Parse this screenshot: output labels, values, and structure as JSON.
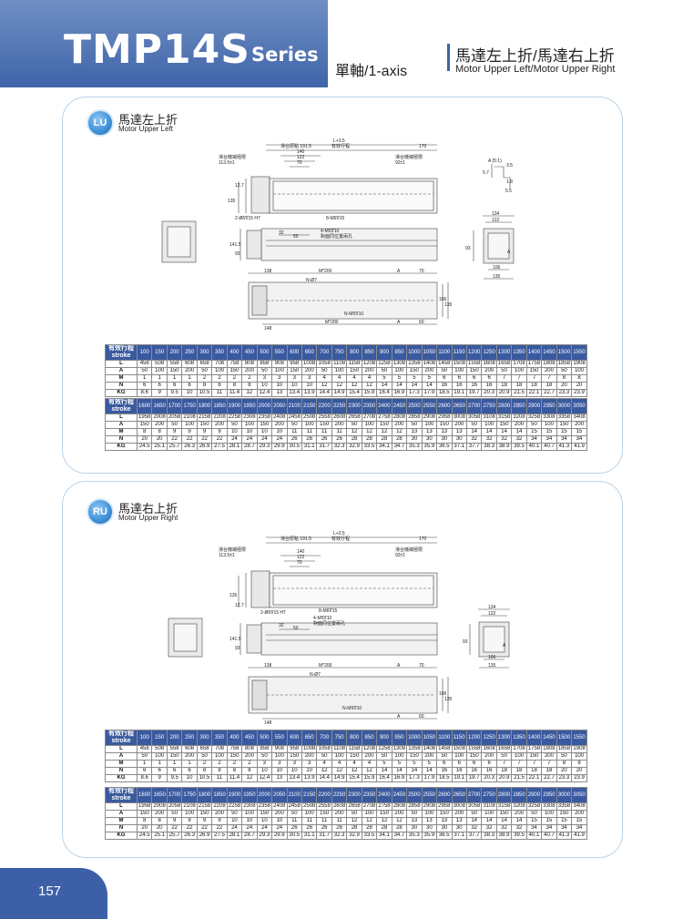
{
  "header": {
    "model": "TMP14S",
    "series": "Series",
    "axis": "單軸/1-axis",
    "motor_zh": "馬達左上折/馬達右上折",
    "motor_en": "Motor Upper Left/Motor Upper Right"
  },
  "sections": [
    {
      "code": "LU",
      "title_zh": "馬達左上折",
      "title_en": "Motor Upper Left"
    },
    {
      "code": "RU",
      "title_zh": "馬達右上折",
      "title_en": "Motor Upper Right"
    }
  ],
  "drawing": {
    "l35": "L+3.5",
    "origin": "滑台原點 191.5",
    "stroke": "有效行程",
    "d170": "170",
    "d140": "140",
    "d122": "122",
    "d70": "70",
    "frame_left": "滑台機械極限",
    "frame_left_dim": "113.5±1",
    "frame_right": "滑台機械極限",
    "frame_right_dim": "92±1",
    "h127": "12.7",
    "h135": "135",
    "hole1": "2-Ø6∇15 H7",
    "hole2": "8-M6∇15",
    "hole3": "4-M5∇10",
    "hole3b": "對面同位置兩孔",
    "d32": "32",
    "d50": "50",
    "h1415": "141.5",
    "h93": "93",
    "d138": "138",
    "m200": "M*200",
    "a": "A",
    "n97": "N-Ø7",
    "nm5": "N-M5∇10",
    "h106": "106",
    "d148": "148",
    "d60": "60",
    "detail": "A (5:1)",
    "d35": "3.5",
    "d57": "5.7",
    "d18": "1.8",
    "d55": "5.5",
    "d134": "134",
    "d122b": "122",
    "a2": "A",
    "d106": "106",
    "d135": "135",
    "h93b": "93"
  },
  "table": {
    "head_zh": "有效行程",
    "head_en": "stroke",
    "row_labels": [
      "L",
      "A",
      "M",
      "N",
      "KG"
    ],
    "part1": {
      "strokes": [
        "100",
        "150",
        "200",
        "250",
        "300",
        "350",
        "400",
        "450",
        "500",
        "550",
        "600",
        "650",
        "700",
        "750",
        "800",
        "850",
        "900",
        "950",
        "1000",
        "1050",
        "1100",
        "1150",
        "1200",
        "1250",
        "1300",
        "1350",
        "1400",
        "1450",
        "1500",
        "1550"
      ],
      "rows": [
        [
          "458",
          "508",
          "558",
          "608",
          "658",
          "708",
          "758",
          "808",
          "858",
          "908",
          "958",
          "1008",
          "1058",
          "1108",
          "1158",
          "1208",
          "1258",
          "1308",
          "1358",
          "1408",
          "1458",
          "1508",
          "1558",
          "1608",
          "1658",
          "1708",
          "1758",
          "1808",
          "1858",
          "1908"
        ],
        [
          "50",
          "100",
          "150",
          "200",
          "50",
          "100",
          "150",
          "200",
          "50",
          "100",
          "150",
          "200",
          "50",
          "100",
          "150",
          "200",
          "50",
          "100",
          "150",
          "200",
          "50",
          "100",
          "150",
          "200",
          "50",
          "100",
          "150",
          "200",
          "50",
          "100"
        ],
        [
          "1",
          "1",
          "1",
          "1",
          "2",
          "2",
          "2",
          "2",
          "3",
          "3",
          "3",
          "3",
          "4",
          "4",
          "4",
          "4",
          "5",
          "5",
          "5",
          "5",
          "6",
          "6",
          "6",
          "6",
          "7",
          "7",
          "7",
          "7",
          "8",
          "8"
        ],
        [
          "6",
          "6",
          "6",
          "6",
          "8",
          "8",
          "8",
          "8",
          "10",
          "10",
          "10",
          "10",
          "12",
          "12",
          "12",
          "12",
          "14",
          "14",
          "14",
          "14",
          "16",
          "16",
          "16",
          "16",
          "18",
          "18",
          "18",
          "18",
          "20",
          "20"
        ],
        [
          "8.6",
          "9",
          "9.5",
          "10",
          "10.5",
          "11",
          "11.4",
          "12",
          "12.4",
          "13",
          "13.4",
          "13.9",
          "14.4",
          "14.9",
          "15.4",
          "15.9",
          "16.4",
          "16.9",
          "17.3",
          "17.9",
          "18.5",
          "19.1",
          "19.7",
          "20.3",
          "20.9",
          "21.5",
          "22.1",
          "22.7",
          "23.3",
          "23.9"
        ]
      ]
    },
    "part2": {
      "strokes": [
        "1600",
        "1650",
        "1700",
        "1750",
        "1800",
        "1850",
        "1900",
        "1950",
        "2000",
        "2050",
        "2100",
        "2150",
        "2200",
        "2250",
        "2300",
        "2350",
        "2400",
        "2450",
        "2500",
        "2550",
        "2600",
        "2650",
        "2700",
        "2750",
        "2800",
        "2850",
        "2900",
        "2950",
        "3000",
        "3050"
      ],
      "rows": [
        [
          "1958",
          "2008",
          "2058",
          "2108",
          "2158",
          "2208",
          "2258",
          "2308",
          "2358",
          "2408",
          "2458",
          "2508",
          "2558",
          "2608",
          "2658",
          "2708",
          "2758",
          "2808",
          "2858",
          "2908",
          "2958",
          "3008",
          "3058",
          "3108",
          "3158",
          "3208",
          "3258",
          "3308",
          "3358",
          "3408"
        ],
        [
          "150",
          "200",
          "50",
          "100",
          "150",
          "200",
          "50",
          "100",
          "150",
          "200",
          "50",
          "100",
          "150",
          "200",
          "50",
          "100",
          "150",
          "200",
          "50",
          "100",
          "150",
          "200",
          "50",
          "100",
          "150",
          "200",
          "50",
          "100",
          "150",
          "200"
        ],
        [
          "8",
          "8",
          "9",
          "9",
          "9",
          "9",
          "10",
          "10",
          "10",
          "10",
          "11",
          "11",
          "11",
          "11",
          "12",
          "12",
          "12",
          "12",
          "13",
          "13",
          "13",
          "13",
          "14",
          "14",
          "14",
          "14",
          "15",
          "15",
          "15",
          "15"
        ],
        [
          "20",
          "20",
          "22",
          "22",
          "22",
          "22",
          "24",
          "24",
          "24",
          "24",
          "26",
          "26",
          "26",
          "26",
          "28",
          "28",
          "28",
          "28",
          "30",
          "30",
          "30",
          "30",
          "32",
          "32",
          "32",
          "32",
          "34",
          "34",
          "34",
          "34"
        ],
        [
          "24.5",
          "25.1",
          "25.7",
          "26.3",
          "26.9",
          "27.5",
          "28.1",
          "28.7",
          "29.3",
          "29.9",
          "30.5",
          "31.1",
          "31.7",
          "32.3",
          "32.9",
          "33.5",
          "34.1",
          "34.7",
          "35.3",
          "35.9",
          "36.5",
          "37.1",
          "37.7",
          "38.3",
          "38.9",
          "39.5",
          "40.1",
          "40.7",
          "41.3",
          "41.9"
        ]
      ]
    }
  },
  "page_number": "157",
  "colors": {
    "brand_blue": "#3f64a8",
    "table_header": "#3a5aa0",
    "panel_border": "#bcd3e6"
  }
}
